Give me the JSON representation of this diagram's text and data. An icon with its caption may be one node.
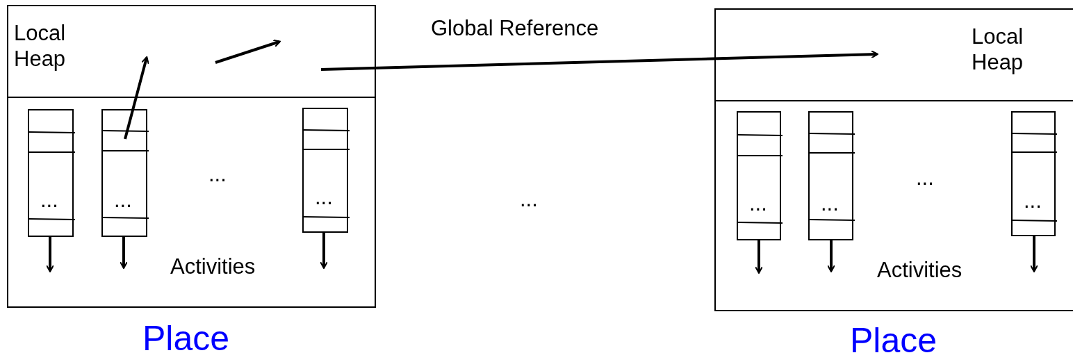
{
  "diagram": {
    "nodes": [
      {
        "text": [
          "Place"
        ]
      },
      {
        "text": [
          "Local Heap"
        ],
        "in": 0
      },
      {
        "text": [
          "..."
        ],
        "in": 0
      },
      {
        "text": [
          "..."
        ],
        "in": 0
      },
      {
        "text": [
          "..."
        ],
        "in": 0
      },
      {
        "text": [
          "Place"
        ]
      },
      {
        "text": [
          "Local Heap"
        ],
        "in": 5
      },
      {
        "text": [
          "..."
        ],
        "in": 5
      },
      {
        "text": [
          "..."
        ],
        "in": 5
      },
      {
        "text": [
          "..."
        ],
        "in": 5
      }
    ],
    "edges": [
      {
        "from": 3,
        "to": 1,
        "arrow": "to"
      },
      {
        "from": 1,
        "to": 1,
        "arrow": "to"
      },
      {
        "from": 1,
        "to": 6,
        "arrow": "to",
        "label": "Global Reference"
      },
      {
        "from": 2,
        "to": null,
        "arrow": "to"
      },
      {
        "from": 3,
        "to": null,
        "arrow": "to"
      },
      {
        "from": 4,
        "to": null,
        "arrow": "to"
      },
      {
        "from": 7,
        "to": null,
        "arrow": "to"
      },
      {
        "from": 8,
        "to": null,
        "arrow": "to"
      },
      {
        "from": 9,
        "to": null,
        "arrow": "to"
      }
    ],
    "labels": [
      "...",
      "Activities",
      "...",
      "...",
      "Activities"
    ]
  }
}
